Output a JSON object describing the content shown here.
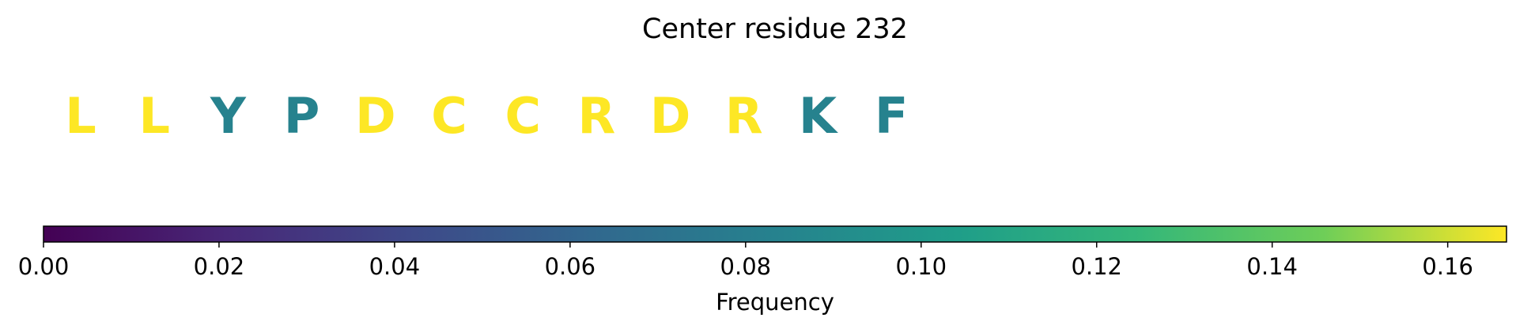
{
  "chart_data": {
    "type": "heatmap",
    "title": "Center residue 232",
    "residues": [
      {
        "letter": "L",
        "frequency": 0.1667
      },
      {
        "letter": "L",
        "frequency": 0.1667
      },
      {
        "letter": "Y",
        "frequency": 0.0833
      },
      {
        "letter": "P",
        "frequency": 0.0833
      },
      {
        "letter": "D",
        "frequency": 0.1667
      },
      {
        "letter": "C",
        "frequency": 0.1667
      },
      {
        "letter": "C",
        "frequency": 0.1667
      },
      {
        "letter": "R",
        "frequency": 0.1667
      },
      {
        "letter": "D",
        "frequency": 0.1667
      },
      {
        "letter": "R",
        "frequency": 0.1667
      },
      {
        "letter": "K",
        "frequency": 0.0833
      },
      {
        "letter": "F",
        "frequency": 0.0833
      }
    ],
    "colorbar": {
      "label": "Frequency",
      "colormap": "viridis",
      "range": [
        0,
        0.1667
      ],
      "ticks": [
        0.0,
        0.02,
        0.04,
        0.06,
        0.08,
        0.1,
        0.12,
        0.14,
        0.16
      ],
      "tick_labels": [
        "0.00",
        "0.02",
        "0.04",
        "0.06",
        "0.08",
        "0.10",
        "0.12",
        "0.14",
        "0.16"
      ],
      "orientation": "horizontal",
      "placement": "bottom"
    }
  }
}
